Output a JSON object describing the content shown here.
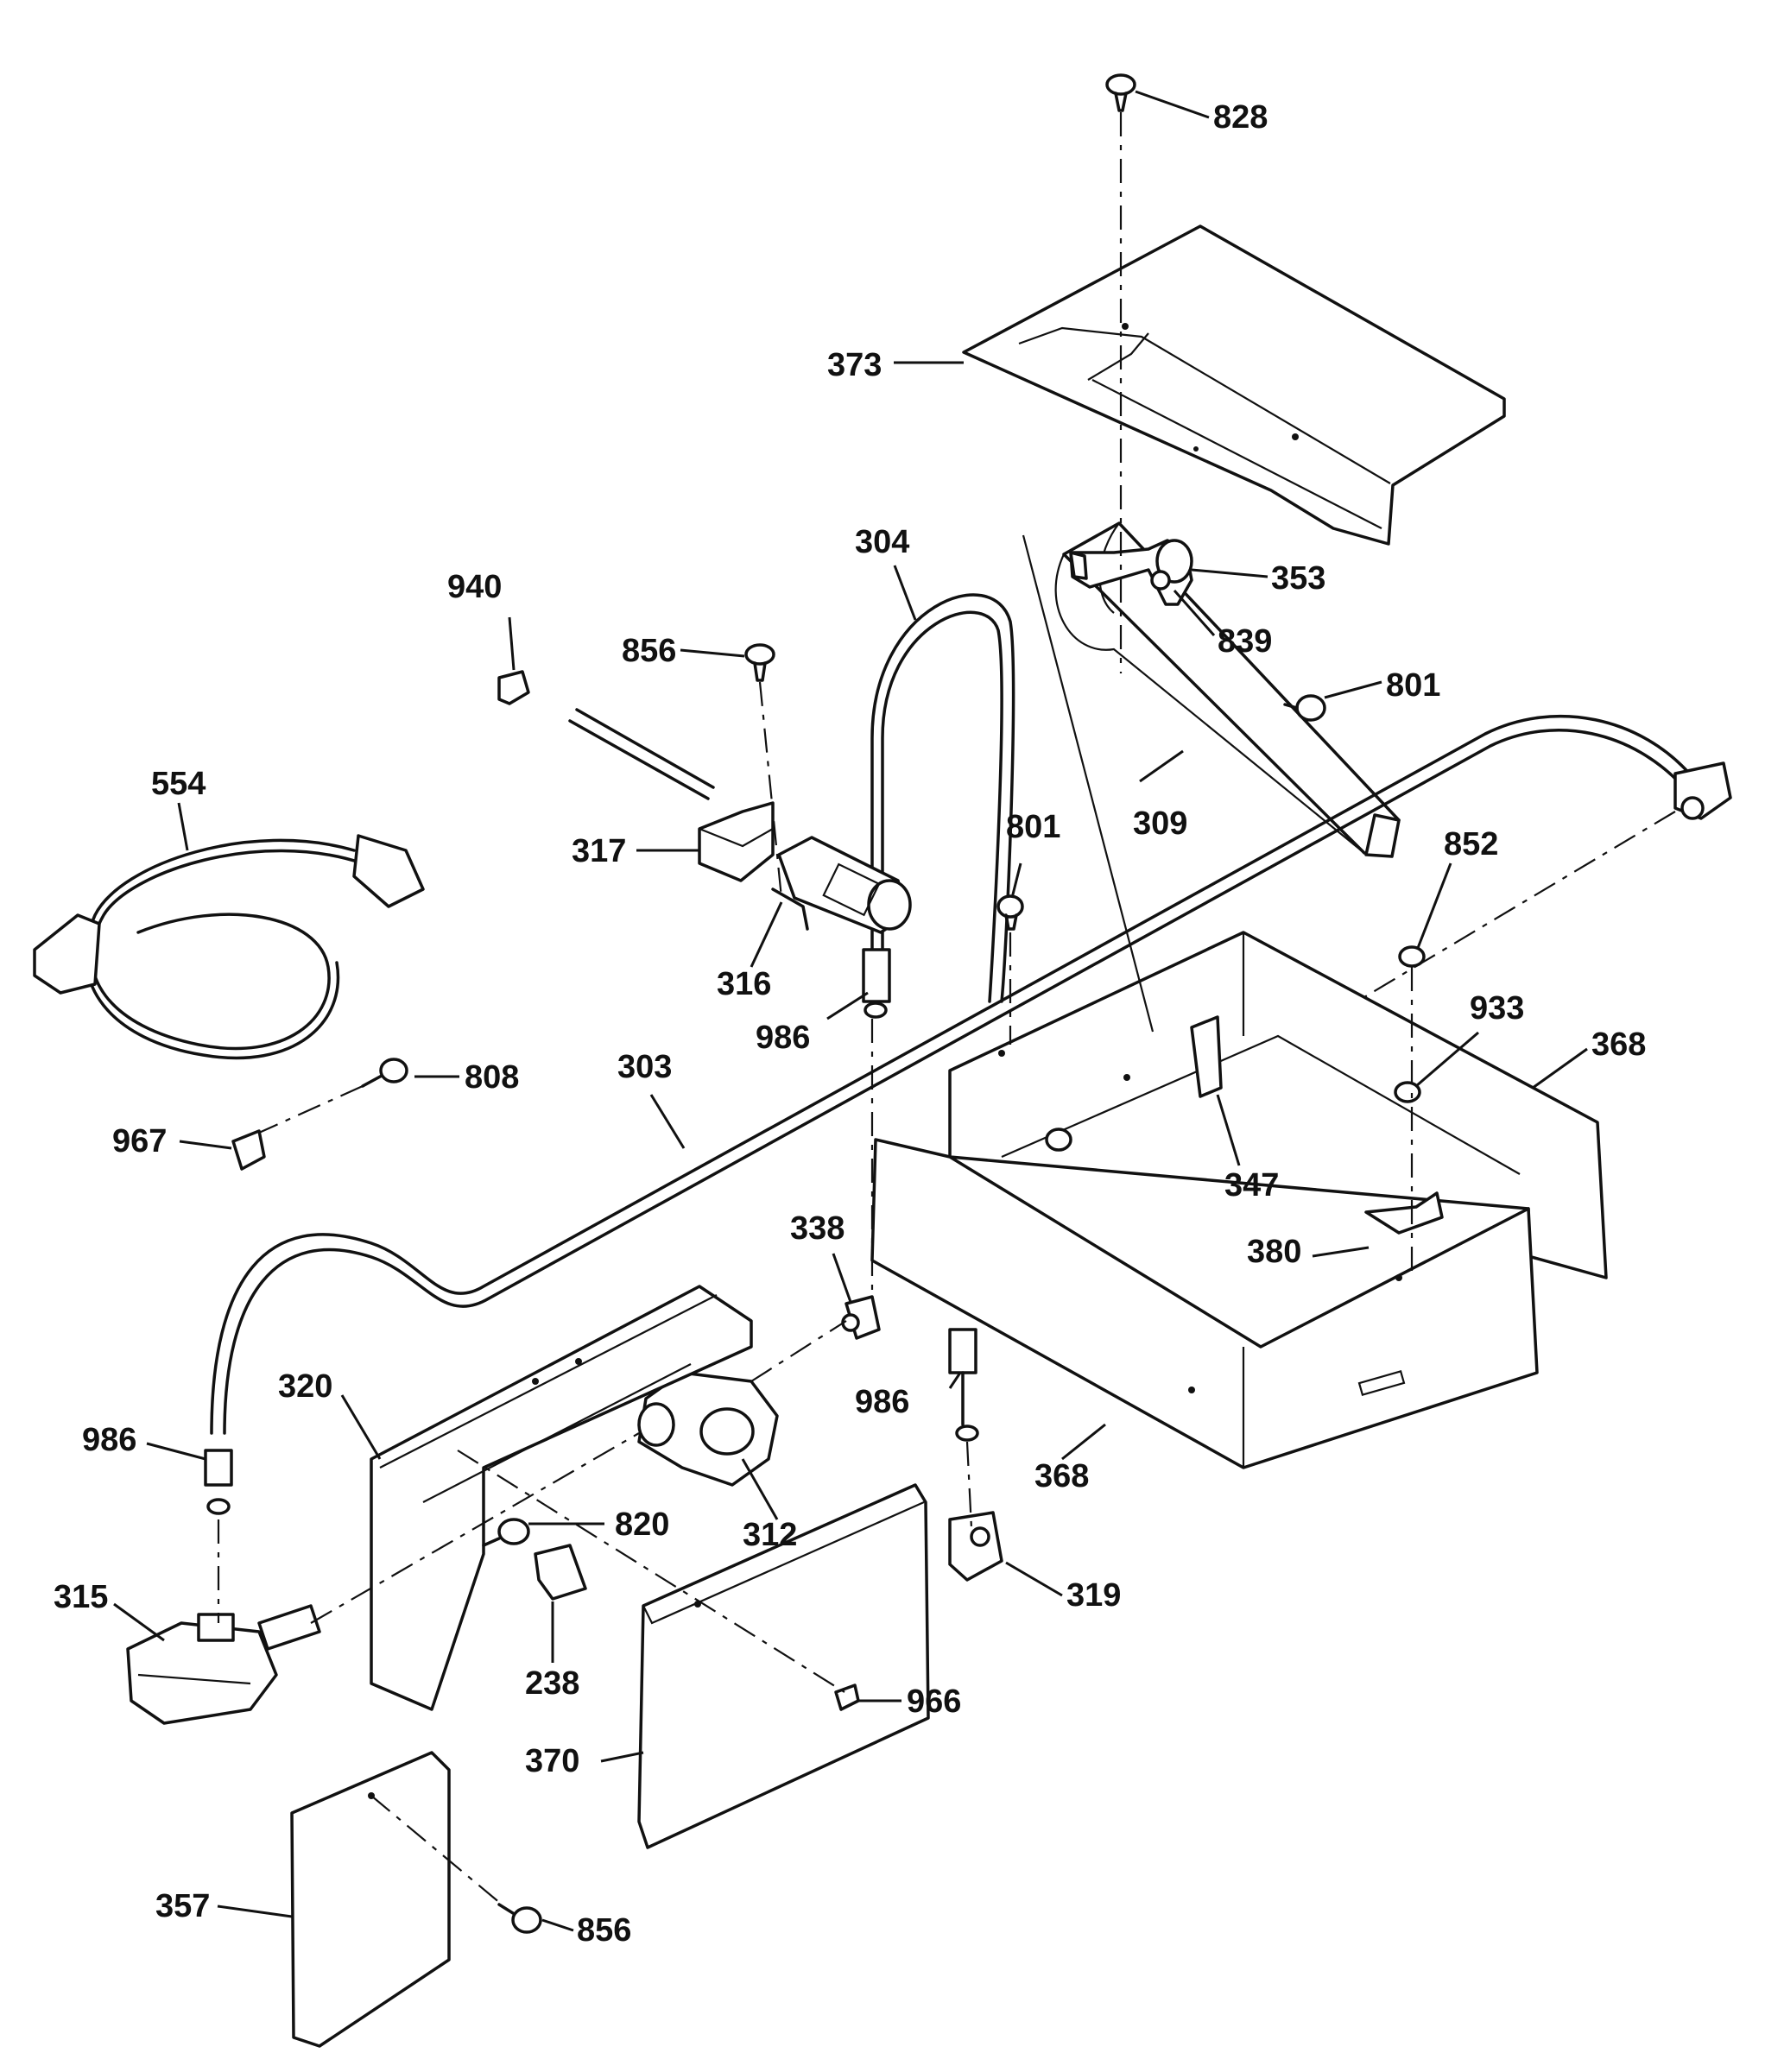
{
  "callouts": [
    {
      "id": "c828",
      "text": "828"
    },
    {
      "id": "c373",
      "text": "373"
    },
    {
      "id": "c304",
      "text": "304"
    },
    {
      "id": "c353",
      "text": "353"
    },
    {
      "id": "c839",
      "text": "839"
    },
    {
      "id": "c940",
      "text": "940"
    },
    {
      "id": "c856a",
      "text": "856"
    },
    {
      "id": "c801a",
      "text": "801"
    },
    {
      "id": "c554",
      "text": "554"
    },
    {
      "id": "c317",
      "text": "317"
    },
    {
      "id": "c309",
      "text": "309"
    },
    {
      "id": "c801b",
      "text": "801"
    },
    {
      "id": "c852",
      "text": "852"
    },
    {
      "id": "c316",
      "text": "316"
    },
    {
      "id": "c933",
      "text": "933"
    },
    {
      "id": "c368a",
      "text": "368"
    },
    {
      "id": "c986a",
      "text": "986"
    },
    {
      "id": "c808",
      "text": "808"
    },
    {
      "id": "c303",
      "text": "303"
    },
    {
      "id": "c967",
      "text": "967"
    },
    {
      "id": "c347",
      "text": "347"
    },
    {
      "id": "c338",
      "text": "338"
    },
    {
      "id": "c380",
      "text": "380"
    },
    {
      "id": "c320",
      "text": "320"
    },
    {
      "id": "c986b",
      "text": "986"
    },
    {
      "id": "c986c",
      "text": "986"
    },
    {
      "id": "c368b",
      "text": "368"
    },
    {
      "id": "c820",
      "text": "820"
    },
    {
      "id": "c312",
      "text": "312"
    },
    {
      "id": "c315",
      "text": "315"
    },
    {
      "id": "c319",
      "text": "319"
    },
    {
      "id": "c238",
      "text": "238"
    },
    {
      "id": "c966",
      "text": "966"
    },
    {
      "id": "c370",
      "text": "370"
    },
    {
      "id": "c357",
      "text": "357"
    },
    {
      "id": "c856b",
      "text": "856"
    }
  ]
}
